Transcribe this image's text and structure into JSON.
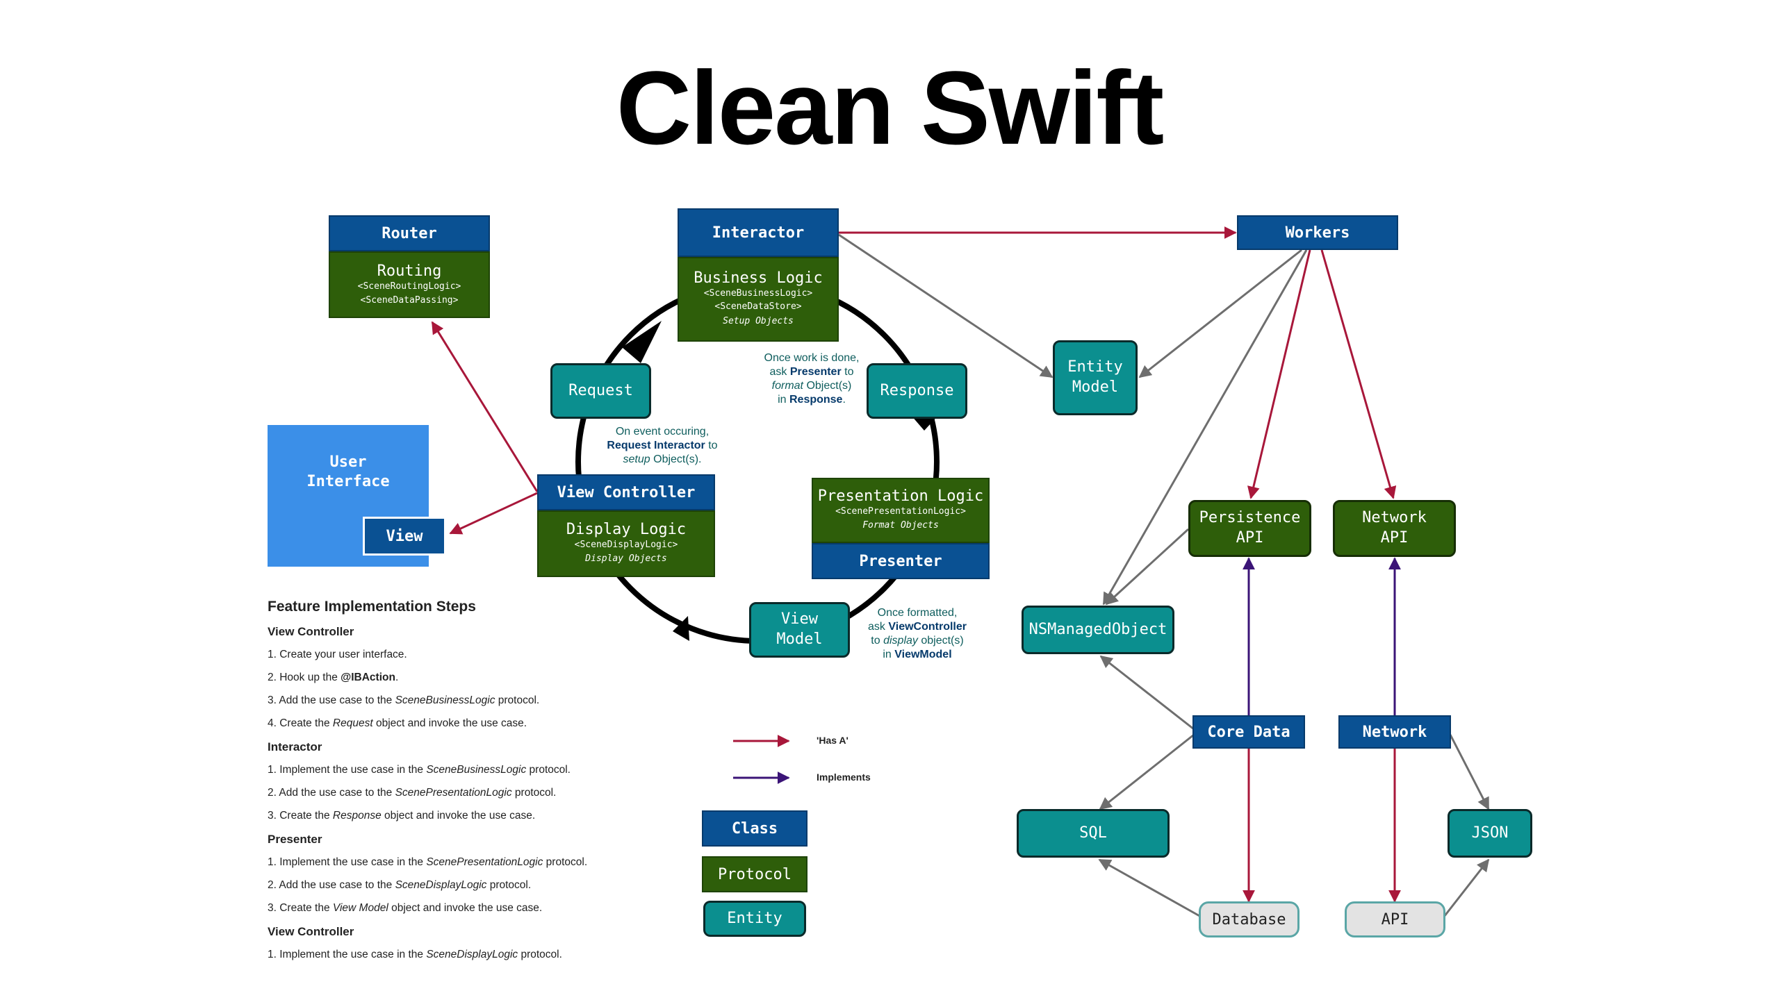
{
  "title": "Clean Swift",
  "colors": {
    "class": "#0a5193",
    "protocol": "#2e5e0a",
    "entity": "#0b8f8f",
    "has_a_arrow": "#a8173a",
    "implements_arrow": "#3b1477",
    "user_interface": "#3b8fe8"
  },
  "router": {
    "class": "Router",
    "protocol": "Routing",
    "protocols": [
      "<SceneRoutingLogic>",
      "<SceneDataPassing>"
    ]
  },
  "interactor": {
    "class": "Interactor",
    "protocol": "Business Logic",
    "protocols": [
      "<SceneBusinessLogic>",
      "<SceneDataStore>"
    ],
    "objects": "Setup Objects"
  },
  "workers": {
    "class": "Workers"
  },
  "entity_model": {
    "line1": "Entity",
    "line2": "Model"
  },
  "request": {
    "label": "Request"
  },
  "response": {
    "label": "Response"
  },
  "user_interface": {
    "line1": "User",
    "line2": "Interface",
    "view": "View"
  },
  "view_controller": {
    "class": "View Controller",
    "protocol": "Display Logic",
    "protocols": [
      "<SceneDisplayLogic>"
    ],
    "objects": "Display Objects"
  },
  "presenter": {
    "class": "Presenter",
    "protocol": "Presentation Logic",
    "protocols": [
      "<ScenePresentationLogic>"
    ],
    "objects": "Format Objects"
  },
  "view_model": {
    "line1": "View",
    "line2": "Model"
  },
  "notes": {
    "response": {
      "l1": "Once work is done,",
      "l2a": "ask ",
      "l2b": "Presenter",
      "l2c": " to",
      "l3a": "format",
      "l3b": " Object(s)",
      "l4a": "in ",
      "l4b": "Response",
      "l4c": "."
    },
    "request": {
      "l1": "On event occuring,",
      "l2a": "Request Interactor",
      "l2b": " to",
      "l3a": "setup",
      "l3b": " Object(s)."
    },
    "view_model": {
      "l1": "Once formatted,",
      "l2a": "ask ",
      "l2b": "ViewController",
      "l3a": "to ",
      "l3b": "display",
      "l3c": " object(s)",
      "l4a": "in ",
      "l4b": "ViewModel"
    }
  },
  "persistence_api": {
    "line1": "Persistence",
    "line2": "API"
  },
  "network_api": {
    "line1": "Network",
    "line2": "API"
  },
  "ns_managed_object": "NSManagedObject",
  "core_data": "Core Data",
  "network": "Network",
  "sql": "SQL",
  "json": "JSON",
  "database": "Database",
  "api": "API",
  "legend": {
    "has_a": "'Has A'",
    "implements": "Implements",
    "class": "Class",
    "protocol": "Protocol",
    "entity": "Entity"
  },
  "steps": {
    "heading": "Feature Implementation Steps",
    "vc1": {
      "title": "View Controller",
      "items": [
        {
          "a": "1. Create your user interface.",
          "b": "",
          "c": ""
        },
        {
          "a": "2. Hook up the ",
          "b": "@IBAction",
          "c": "."
        },
        {
          "a": "3. Add the use case to the ",
          "b": "SceneBusinessLogic",
          "c": " protocol."
        },
        {
          "a": "4. Create the ",
          "b": "Request",
          "c": " object and invoke the use case."
        }
      ]
    },
    "interactor": {
      "title": "Interactor",
      "items": [
        {
          "a": "1. Implement the use case in the ",
          "b": "SceneBusinessLogic",
          "c": " protocol."
        },
        {
          "a": "2. Add the use case to the ",
          "b": "ScenePresentationLogic",
          "c": " protocol."
        },
        {
          "a": "3. Create the ",
          "b": "Response",
          "c": " object and invoke the use case."
        }
      ]
    },
    "presenter": {
      "title": "Presenter",
      "items": [
        {
          "a": "1. Implement the use case in the ",
          "b": "ScenePresentationLogic",
          "c": " protocol."
        },
        {
          "a": "2. Add the use case to the ",
          "b": "SceneDisplayLogic",
          "c": " protocol."
        },
        {
          "a": "3. Create the ",
          "b": "View Model",
          "c": " object and invoke the use case."
        }
      ]
    },
    "vc2": {
      "title": "View Controller",
      "items": [
        {
          "a": "1. Implement the use case in the ",
          "b": "SceneDisplayLogic",
          "c": " protocol."
        }
      ]
    }
  }
}
